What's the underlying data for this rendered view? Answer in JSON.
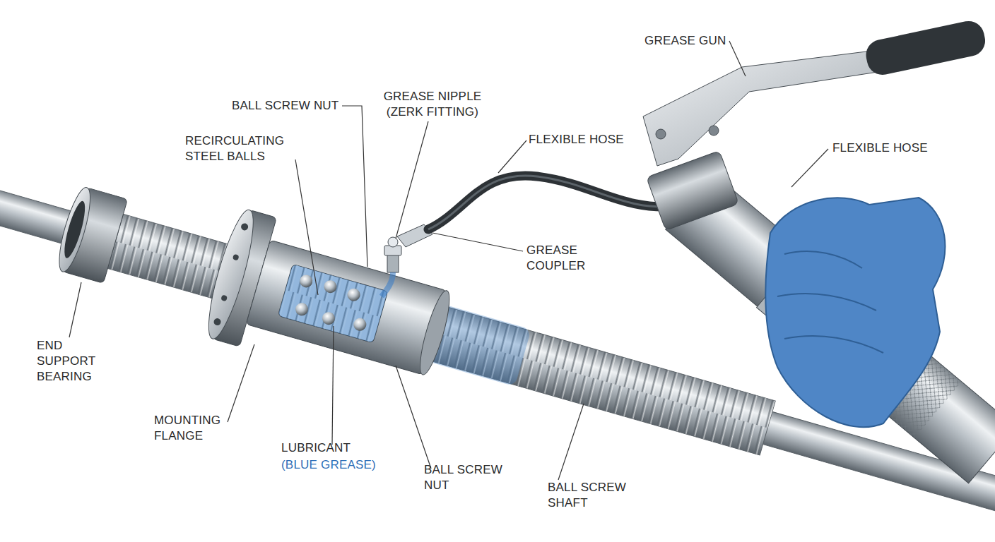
{
  "diagram": {
    "labels": [
      "GREASE GUN",
      "BALL SCREW NUT",
      "GREASE NIPPLE (ZERK FITTING)",
      "FLEXIBLE HOSE",
      "RECIRCULATING STEEL BALLS",
      "FLEXIBLE HOSE",
      "GREASE COUPLER",
      "END SUPPORT BEARING",
      "MOUNTING FLANGE",
      "LUBRICANT",
      "(BLUE GREASE)",
      "BALL SCREW NUT",
      "BALL SCREW SHAFT"
    ]
  }
}
